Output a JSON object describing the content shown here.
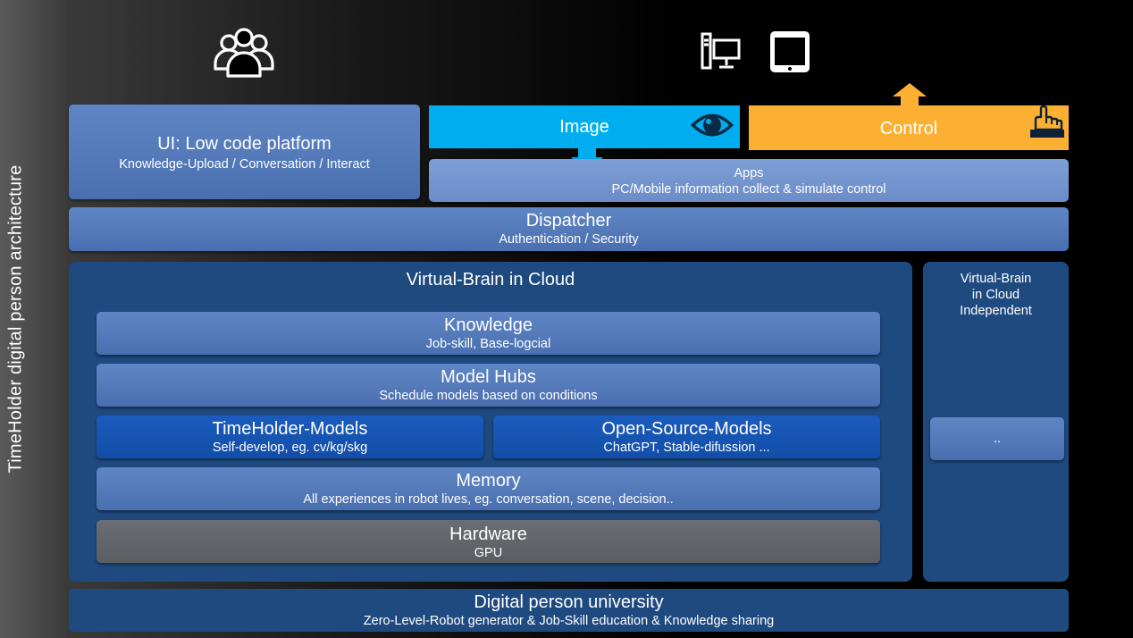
{
  "side_title": "TimeHolder digital person architecture",
  "ui_platform": {
    "title": "UI: Low code platform",
    "subtitle": "Knowledge-Upload / Conversation / Interact"
  },
  "image": {
    "label": "Image"
  },
  "control": {
    "label": "Control"
  },
  "apps": {
    "title": "Apps",
    "subtitle": "PC/Mobile information collect & simulate control"
  },
  "dispatcher": {
    "title": "Dispatcher",
    "subtitle": "Authentication / Security"
  },
  "virtual_brain": {
    "title": "Virtual-Brain in Cloud",
    "knowledge": {
      "title": "Knowledge",
      "subtitle": "Job-skill, Base-logcial"
    },
    "model_hubs": {
      "title": "Model Hubs",
      "subtitle": "Schedule models based on conditions"
    },
    "timeholder_models": {
      "title": "TimeHolder-Models",
      "subtitle": "Self-develop, eg. cv/kg/skg"
    },
    "open_source_models": {
      "title": "Open-Source-Models",
      "subtitle": "ChatGPT, Stable-difussion ..."
    },
    "memory": {
      "title": "Memory",
      "subtitle": "All experiences in robot lives, eg. conversation, scene, decision.."
    },
    "hardware": {
      "title": "Hardware",
      "subtitle": "GPU"
    }
  },
  "independent": {
    "line1": "Virtual-Brain",
    "line2": "in Cloud",
    "line3": "Independent",
    "box_text": ".."
  },
  "university": {
    "title": "Digital person university",
    "subtitle": "Zero-Level-Robot generator & Job-Skill education & Knowledge sharing"
  },
  "icons": [
    "users-icon",
    "desktop-computer-icon",
    "tablet-icon",
    "eye-icon",
    "pointing-hand-icon",
    "arrow-down-icon",
    "arrow-up-icon"
  ],
  "colors": {
    "image_bar": "#00aeef",
    "control_bar": "#fbb034",
    "container": "#1e4a80",
    "model_box": "#1656b8",
    "hardware": "#62666b"
  }
}
